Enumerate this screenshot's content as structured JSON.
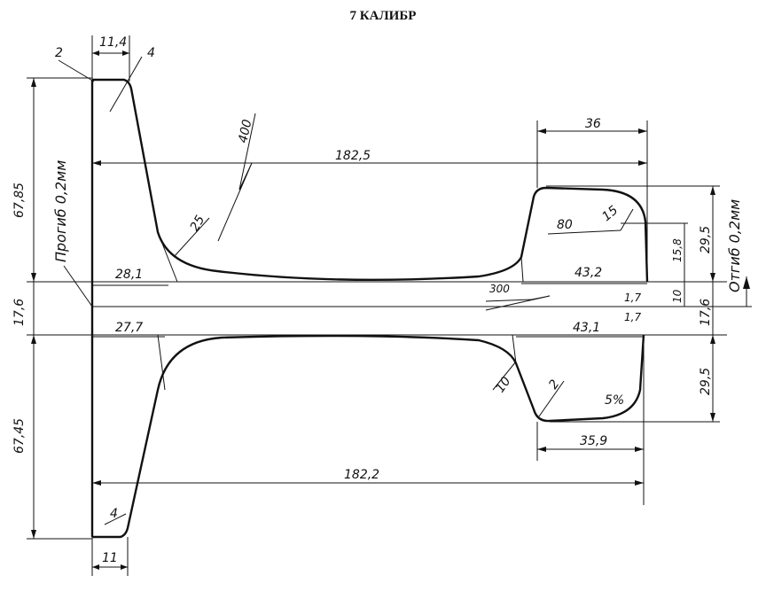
{
  "title": "7 КАЛИБР",
  "dimensions": {
    "top_flange_width": "11,4",
    "bottom_flange_width": "11",
    "upper_height": "67,85",
    "lower_height": "67,45",
    "web_gap_left": "17,6",
    "web_gap_right": "17,6",
    "top_span": "182,5",
    "bottom_span": "182,2",
    "upper_left_web": "28,1",
    "lower_left_web": "27,7",
    "upper_right_web": "43,2",
    "lower_right_web": "43,1",
    "right_top_width": "36",
    "right_bottom_width": "35,9",
    "right_upper_height": "29,5",
    "right_lower_height": "29,5",
    "right_inner_height": "15,8",
    "right_web_thickness": "10",
    "upper_gap": "1,7",
    "lower_gap": "1,7"
  },
  "radii": {
    "r_top_left": "2",
    "r_top_right": "4",
    "r_bottom_left": "4",
    "r_fillet_upper": "25",
    "r_big_upper": "400",
    "r_web": "300",
    "r_right_top": "80",
    "r_right_corner": "15",
    "r_fillet_lower": "10",
    "r_right_bottom": "2",
    "taper": "5%"
  },
  "notes": {
    "left_note": "Прогиб 0,2мм",
    "right_note": "Отгиб 0,2мм"
  }
}
